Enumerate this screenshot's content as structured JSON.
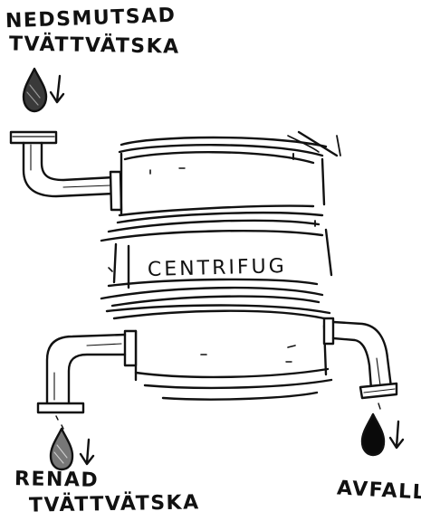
{
  "labels": {
    "inlet_line1": "NEDSMUTSAD",
    "inlet_line2": "TVÄTTVÄTSKA",
    "centrifuge": "CENTRIFUG",
    "clean_line1": "RENAD",
    "clean_line2": "TVÄTTVÄTSKA",
    "waste": "AVFALL"
  },
  "colors": {
    "ink": "#111111",
    "dirty_drop": "#3a3a3a",
    "clean_drop": "#777777",
    "waste_drop": "#0a0a0a"
  },
  "icons": [
    "droplet-icon",
    "down-arrow-icon"
  ]
}
